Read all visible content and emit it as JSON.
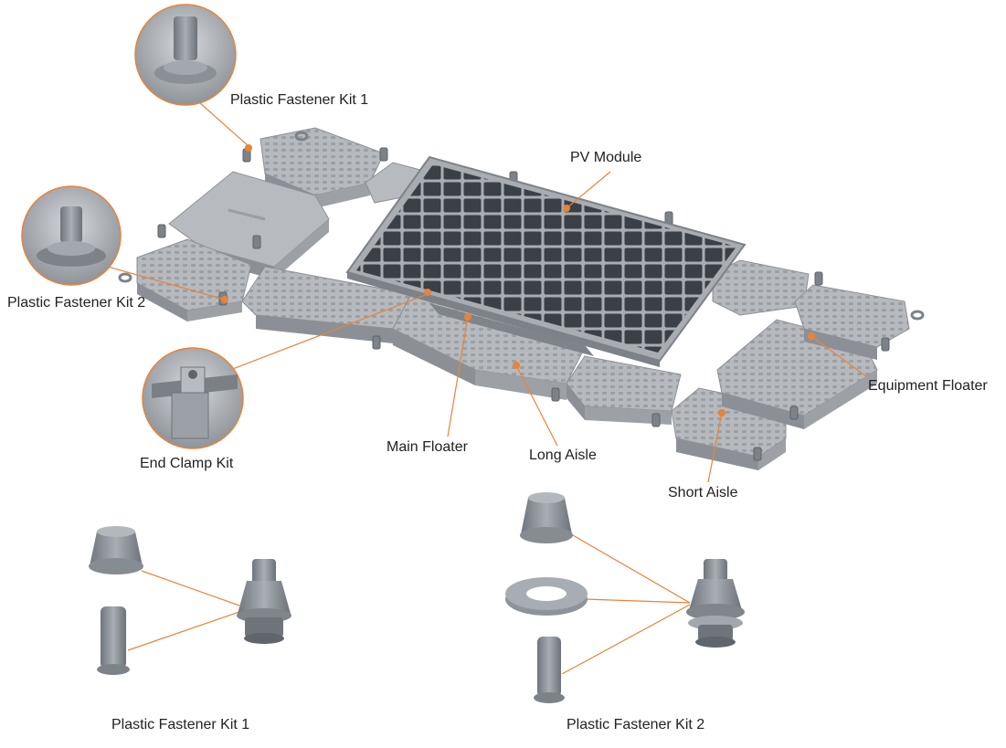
{
  "labels": {
    "kit1_top": "Plastic Fastener Kit 1",
    "kit2_top": "Plastic Fastener Kit 2",
    "pv_module": "PV Module",
    "end_clamp": "End Clamp Kit",
    "main_floater": "Main Floater",
    "long_aisle": "Long Aisle",
    "short_aisle": "Short Aisle",
    "equipment_floater": "Equipment Floater",
    "kit1_bottom": "Plastic Fastener Kit 1",
    "kit2_bottom": "Plastic Fastener Kit 2"
  },
  "colors": {
    "accent": "#e8833a",
    "floater": "#b9bcc0",
    "floater_dark": "#8c9096",
    "panel_frame": "#9aa0a6",
    "cell": "#3a3e45",
    "part": "#8f959c",
    "text": "#222222"
  }
}
